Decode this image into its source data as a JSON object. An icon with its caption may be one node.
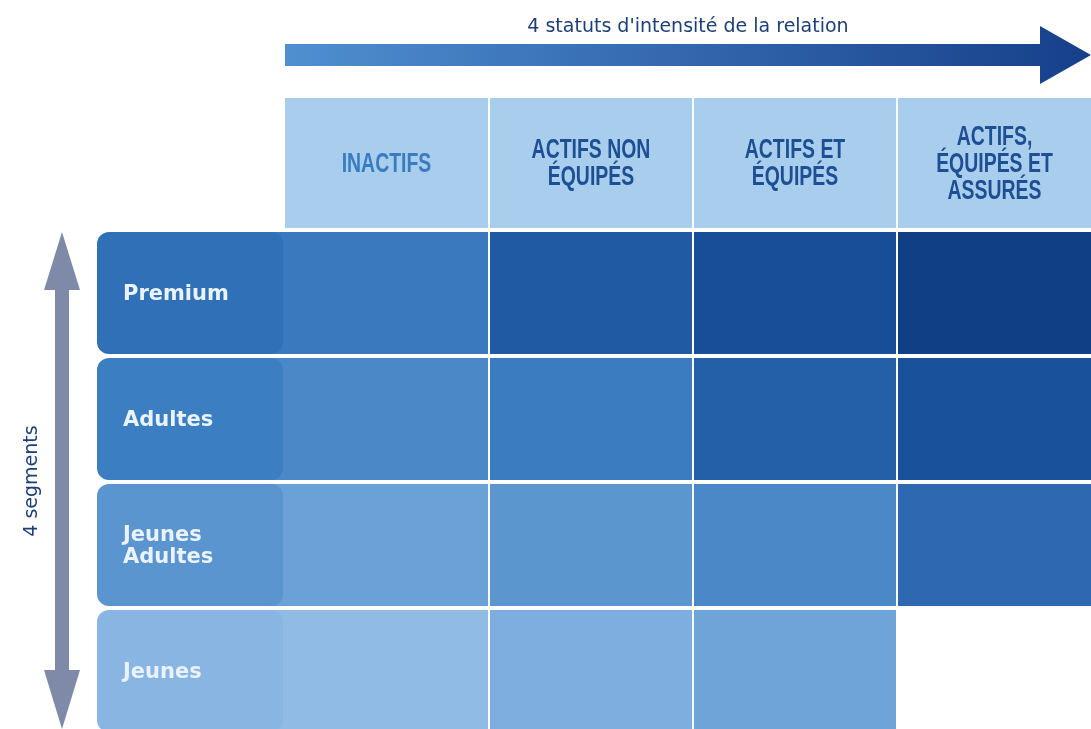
{
  "diagram": {
    "labels": [
      "4 statuts d'intensité de la relation",
      "INACTIFS",
      "ACTIFS NON ÉQUIPÉS",
      "ACTIFS ET ÉQUIPÉS",
      "ACTIFS, ÉQUIPÉS ET ASSURÉS",
      "4 segments",
      "Premium",
      "Adultes",
      "Jeunes Adultes",
      "Jeunes"
    ]
  }
}
